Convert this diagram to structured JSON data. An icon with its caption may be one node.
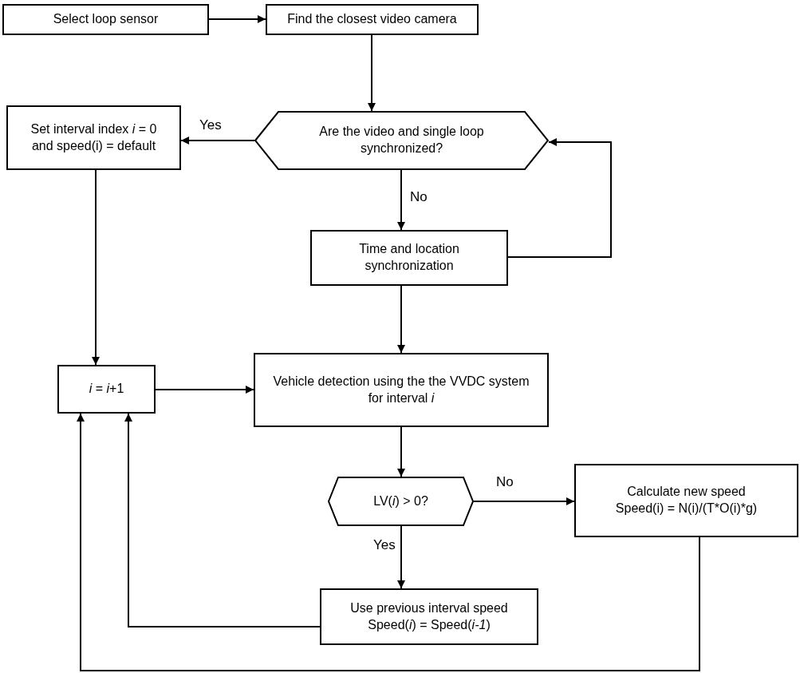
{
  "diagram": {
    "nodes": [
      {
        "text": [
          "Select loop sensor"
        ]
      },
      {
        "text": [
          "Find the closest video camera"
        ]
      },
      {
        "text": [
          "Are the video and single loop synchronized?"
        ]
      },
      {
        "text": [
          "Set interval index *i* = 0 and speed(i) = default"
        ]
      },
      {
        "text": [
          "Time and location synchronization"
        ]
      },
      {
        "text": [
          "*i* = *i*+1"
        ]
      },
      {
        "text": [
          "Vehicle detection using the the VVDC system for interval *i*"
        ]
      },
      {
        "text": [
          "LV(*i*) > 0?"
        ]
      },
      {
        "text": [
          "Calculate new speed",
          "Speed(i) = N(i)/(T*O(i)*g)"
        ]
      },
      {
        "text": [
          "Use previous interval speed",
          "Speed(*i*) = Speed(*i-1*)"
        ]
      }
    ],
    "edges": [
      {
        "from": 0,
        "to": 1,
        "arrow": "to"
      },
      {
        "from": 1,
        "to": 2,
        "arrow": "to"
      },
      {
        "from": 2,
        "to": 3,
        "arrow": "to",
        "label": "Yes"
      },
      {
        "from": 2,
        "to": 4,
        "arrow": "to",
        "label": "No"
      },
      {
        "from": 4,
        "to": 2,
        "arrow": "to"
      },
      {
        "from": 4,
        "to": 6,
        "arrow": "to"
      },
      {
        "from": 3,
        "to": 5,
        "arrow": "to"
      },
      {
        "from": 5,
        "to": 6,
        "arrow": "to"
      },
      {
        "from": 6,
        "to": 7,
        "arrow": "to"
      },
      {
        "from": 7,
        "to": 8,
        "arrow": "to",
        "label": "No"
      },
      {
        "from": 7,
        "to": 9,
        "arrow": "to",
        "label": "Yes"
      },
      {
        "from": 9,
        "to": 5,
        "arrow": "to"
      },
      {
        "from": 8,
        "to": 5,
        "arrow": "to"
      }
    ]
  }
}
